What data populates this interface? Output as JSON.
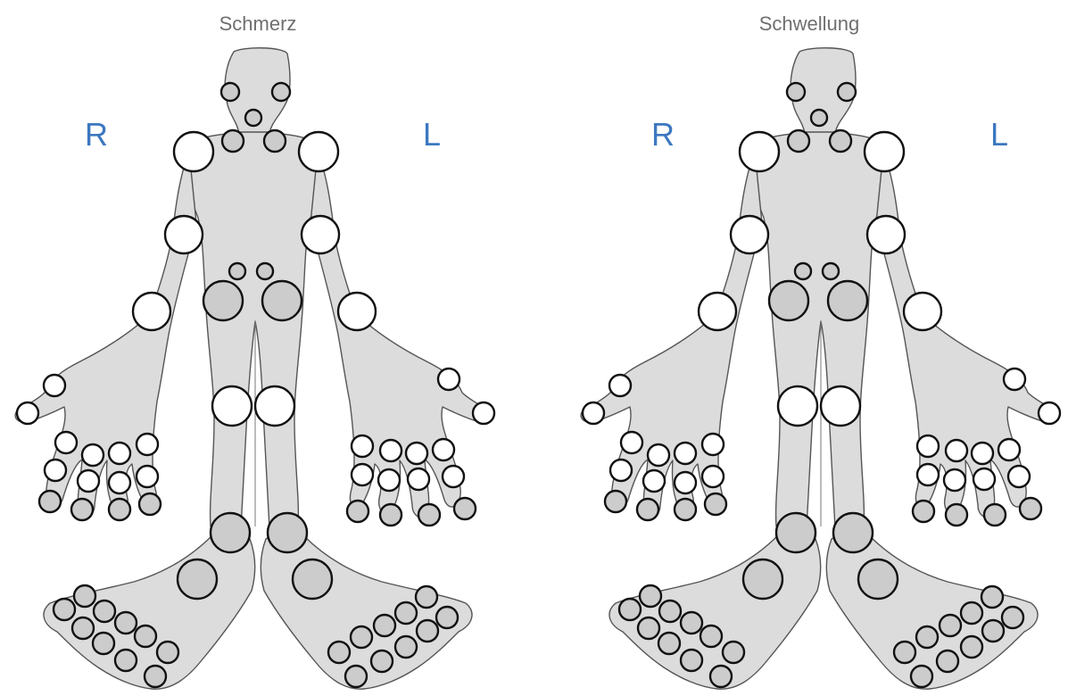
{
  "panels": [
    {
      "id": "pain",
      "title": "Schmerz",
      "right_label": "R",
      "left_label": "L"
    },
    {
      "id": "swelling",
      "title": "Schwellung",
      "right_label": "R",
      "left_label": "L"
    }
  ],
  "colors": {
    "joint_white": "#ffffff",
    "joint_gray": "#cccccc",
    "body_fill": "#dcdcdc",
    "side_label": "#3c78c0",
    "title": "#6f6f6f"
  }
}
